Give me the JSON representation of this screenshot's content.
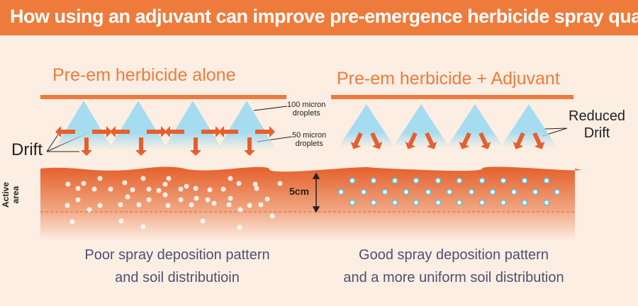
{
  "title": "How using an adjuvant can improve pre-emergence herbicide spray quality",
  "left": {
    "heading": "Pre-em herbicide alone",
    "label_100": "100 micron",
    "label_100b": "droplets",
    "label_50": "50 micron",
    "label_50b": "droplets",
    "drift": "Drift",
    "caption1": "Poor spray deposition pattern",
    "caption2": "and soil distributioin"
  },
  "right": {
    "heading": "Pre-em herbicide + Adjuvant",
    "reduced1": "Reduced",
    "reduced2": "Drift",
    "caption1": "Good spray deposition pattern",
    "caption2": "and a more uniform soil distribution"
  },
  "soil": {
    "active1": "Active",
    "active2": "area",
    "depth": "5cm"
  },
  "colors": {
    "orange": "#ee7b3c",
    "arrow": "#e5602e",
    "spray": "#a6dcef",
    "text": "#4c5070"
  }
}
